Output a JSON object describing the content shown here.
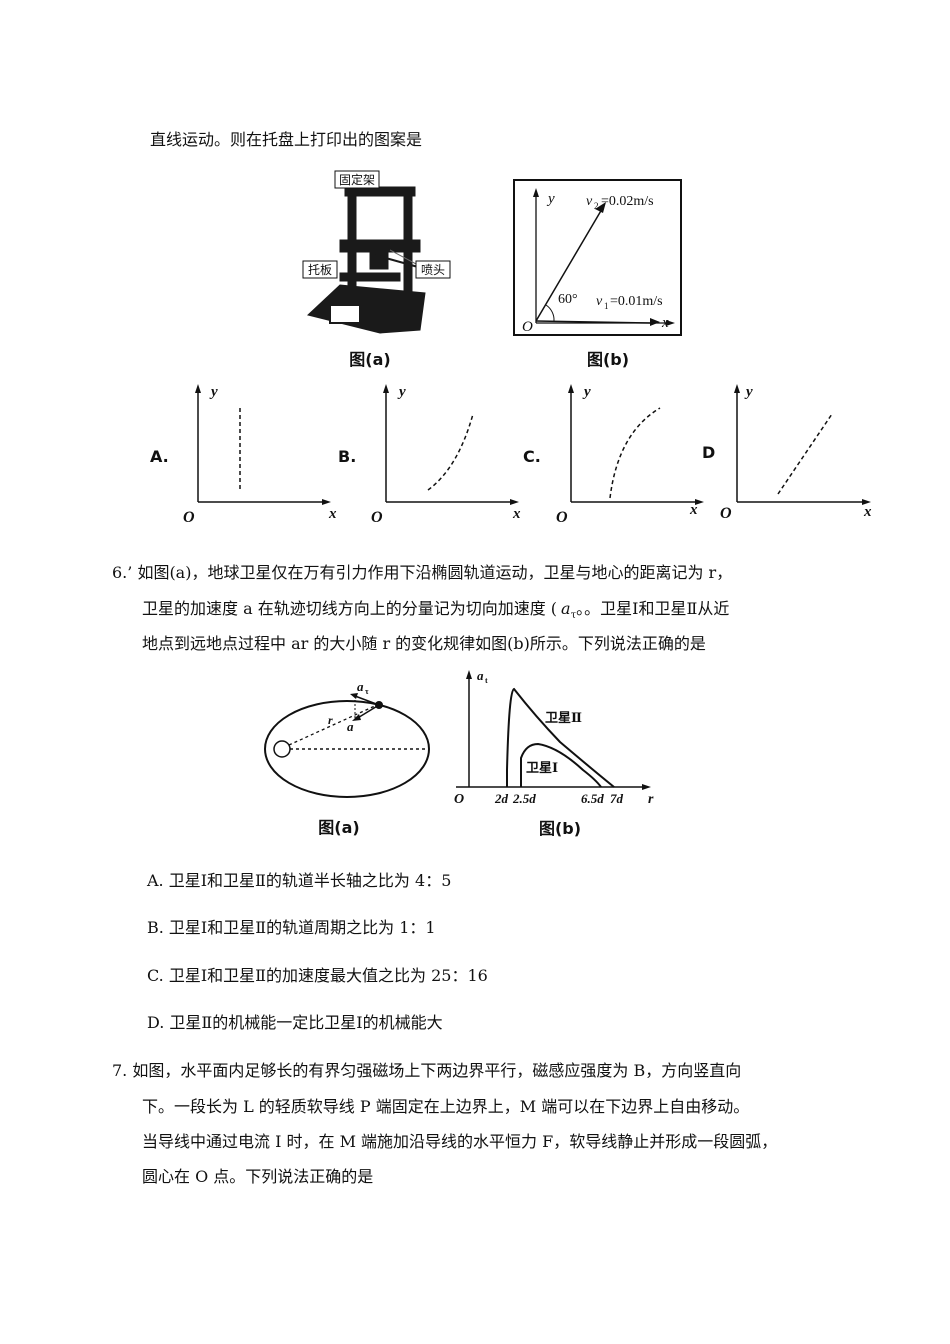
{
  "intro_line": "直线运动。则在托盘上打印出的图案是",
  "fig5": {
    "printer": {
      "label_frame": "固定架",
      "label_tray": "托板",
      "label_nozzle": "喷头",
      "caption": "图(a)"
    },
    "velocity": {
      "y": "y",
      "x": "x",
      "origin": "O",
      "v2_sym": "v",
      "v2_sub": "2",
      "v2_val": "=0.02m/s",
      "v1_sym": "v",
      "v1_sub": "1",
      "v1_val": "=0.01m/s",
      "angle": "60°",
      "caption": "图(b)"
    },
    "choices": [
      {
        "letter": "A.",
        "y": "y",
        "x": "x",
        "o": "O"
      },
      {
        "letter": "B.",
        "y": "y",
        "x": "x",
        "o": "O"
      },
      {
        "letter": "C.",
        "y": "y",
        "x": "x",
        "o": "O"
      },
      {
        "letter": "D",
        "y": "y",
        "x": "x",
        "o": "O"
      }
    ]
  },
  "q6": {
    "line1": "6.’ 如图(a)，地球卫星仅在万有引力作用下沿椭圆轨道运动，卫星与地心的距离记为 r，",
    "line2_a": "卫星的加速度 a 在轨迹切线方向上的分量记为切向加速度 (",
    "line2_sym": "a",
    "line2_sub": "τ",
    "line2_b": "。。卫星Ⅰ和卫星Ⅱ从近",
    "line3": "地点到远地点过程中  ar 的大小随 r 的变化规律如图(b)所示。下列说法正确的是",
    "fig_a": {
      "at_sym": "a",
      "at_sub": "τ",
      "r": "r",
      "a": "a",
      "caption": "图(a)"
    },
    "fig_b": {
      "y_sym": "a",
      "y_sub": "t",
      "origin": "O",
      "r": "r",
      "t2d": "2d",
      "t25d": "2.5d",
      "t65d": "6.5d",
      "t7d": "7d",
      "sat2": "卫星Ⅱ",
      "sat1": "卫星Ⅰ",
      "caption": "图(b)"
    },
    "options": [
      "A. 卫星Ⅰ和卫星Ⅱ的轨道半长轴之比为 4：5",
      "B. 卫星Ⅰ和卫星Ⅱ的轨道周期之比为 1：1",
      "C. 卫星Ⅰ和卫星Ⅱ的加速度最大值之比为 25：16",
      "D. 卫星Ⅱ的机械能一定比卫星Ⅰ的机械能大"
    ]
  },
  "q7": {
    "line1": "7. 如图，水平面内足够长的有界匀强磁场上下两边界平行，磁感应强度为  B，方向竖直向",
    "line2": "下。一段长为  L  的轻质软导线  P  端固定在上边界上，M 端可以在下边界上自由移动。",
    "line3": "当导线中通过电流 I 时，在 M 端施加沿导线的水平恒力 F，软导线静止并形成一段圆弧，",
    "line4": "圆心在 O 点。下列说法正确的是"
  }
}
